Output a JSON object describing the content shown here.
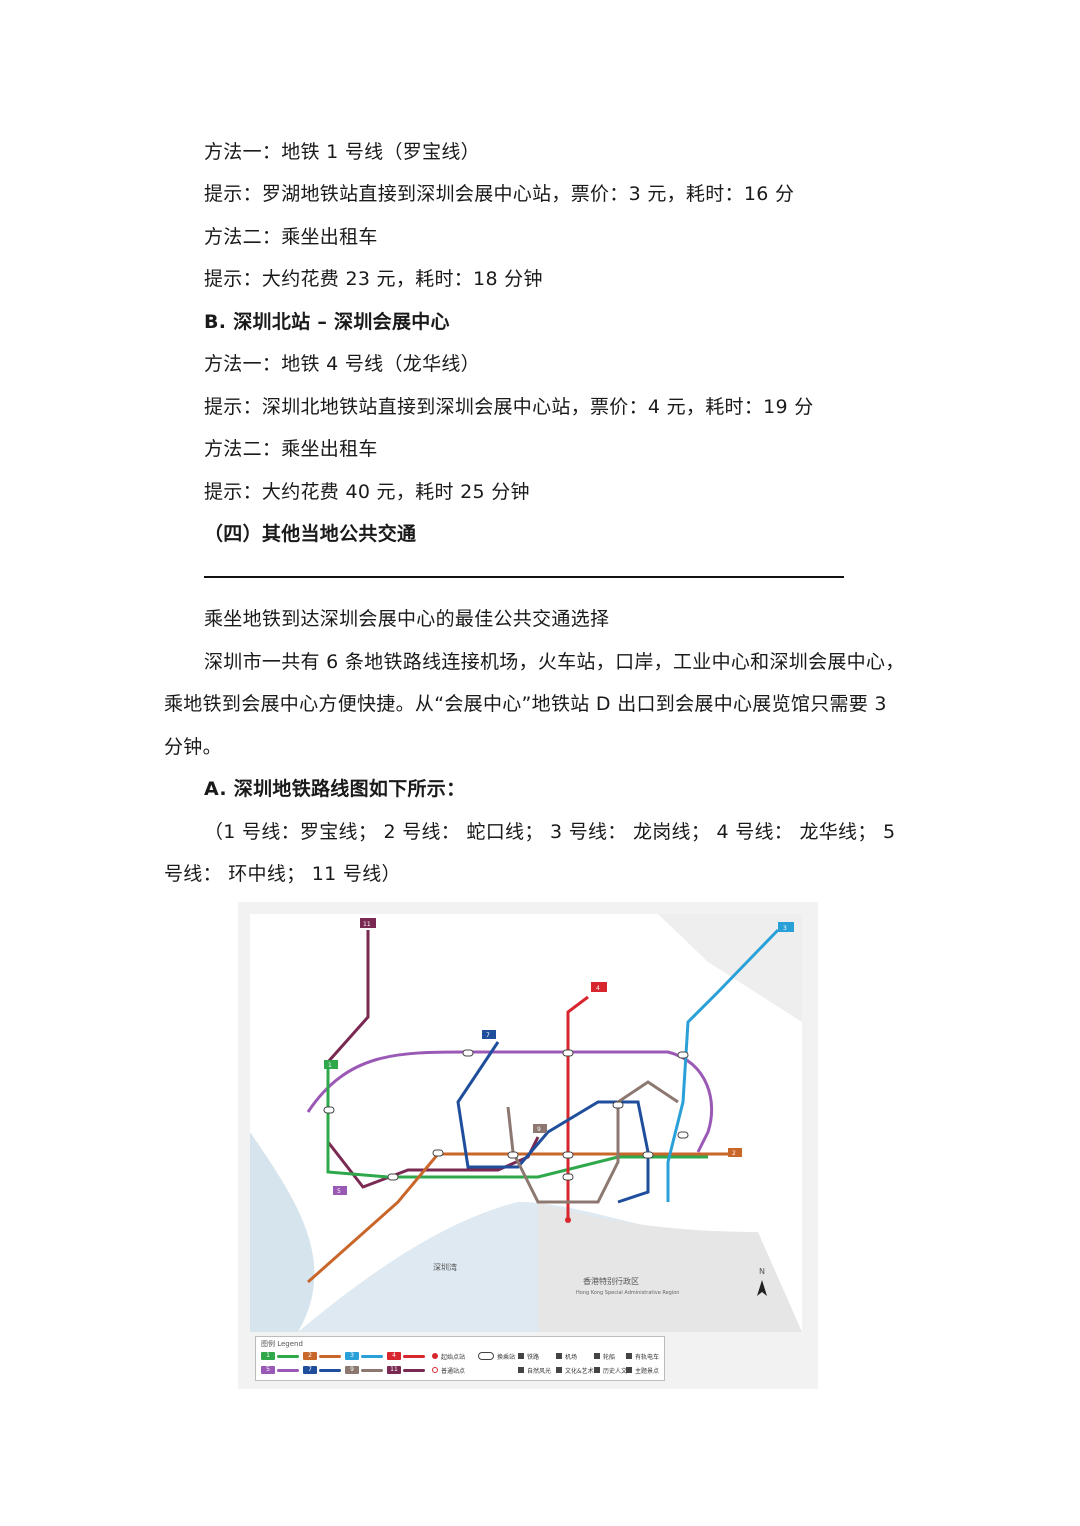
{
  "doc": {
    "lines": [
      {
        "text": "方法一：地铁 1 号线（罗宝线）",
        "bold": false
      },
      {
        "text": "提示：罗湖地铁站直接到深圳会展中心站，票价：3 元，耗时：16 分",
        "bold": false
      },
      {
        "text": "方法二：乘坐出租车",
        "bold": false
      },
      {
        "text": "提示：大约花费 23 元，耗时：18 分钟",
        "bold": false
      },
      {
        "text": "B. 深圳北站 – 深圳会展中心",
        "bold": true
      },
      {
        "text": "方法一：地铁 4 号线（龙华线）",
        "bold": false
      },
      {
        "text": "提示：深圳北地铁站直接到深圳会展中心站，票价：4 元，耗时：19 分",
        "bold": false
      },
      {
        "text": "方法二：乘坐出租车",
        "bold": false
      },
      {
        "text": "提示：大约花费 40 元，耗时 25 分钟",
        "bold": false
      },
      {
        "text": "（四）其他当地公共交通",
        "bold": true
      },
      {
        "text": "乘坐地铁到达深圳会展中心的最佳公共交通选择",
        "bold": false
      },
      {
        "text": "深圳市一共有 6 条地铁路线连接机场，火车站，口岸，工业中心和深圳会展中心，",
        "bold": false
      },
      {
        "text": "乘地铁到会展中心方便快捷。从“会展中心”地铁站 D 出口到会展中心展览馆只需要 3",
        "bold": false
      },
      {
        "text": "分钟。",
        "bold": false
      },
      {
        "text": "A. 深圳地铁路线图如下所示：",
        "bold": true
      },
      {
        "text": "（1 号线：罗宝线； 2 号线： 蛇口线； 3 号线： 龙岗线； 4 号线： 龙华线； 5",
        "bold": false
      },
      {
        "text": "号线： 环中线； 11 号线）",
        "bold": false
      }
    ]
  },
  "map": {
    "bay_label": "深圳湾",
    "hk_label": "香港特别行政区",
    "hk_label_en": "Hong Kong Special Administrative Region",
    "compass": "N",
    "colors": {
      "line1": "#2ea84a",
      "line2": "#c9662a",
      "line3": "#2aa0d8",
      "line4": "#d8262e",
      "line5": "#9b59b6",
      "line7": "#1f4e9c",
      "line9": "#8c7870",
      "line11": "#7a2a52"
    },
    "legend": {
      "title": "图例 Legend",
      "lines": [
        {
          "label": "1",
          "color": "#2ea84a"
        },
        {
          "label": "2",
          "color": "#c9662a"
        },
        {
          "label": "3",
          "color": "#2aa0d8"
        },
        {
          "label": "4",
          "color": "#d8262e"
        },
        {
          "label": "5",
          "color": "#9b59b6"
        },
        {
          "label": "7",
          "color": "#1f4e9c"
        },
        {
          "label": "9",
          "color": "#8c7870"
        },
        {
          "label": "11",
          "color": "#7a2a52"
        }
      ],
      "symbols": [
        {
          "label": "起始点站",
          "icon": "terminal-dot"
        },
        {
          "label": "换乘站",
          "icon": "transfer-pill"
        },
        {
          "label": "普通站点",
          "icon": "station-circle"
        },
        {
          "label": "铁路",
          "icon": "railway-icon"
        },
        {
          "label": "机场",
          "icon": "airport-icon"
        },
        {
          "label": "轮船",
          "icon": "ship-icon"
        },
        {
          "label": "有轨电车",
          "icon": "tram-icon"
        },
        {
          "label": "自然风光",
          "icon": "nature-icon"
        },
        {
          "label": "文化&艺术",
          "icon": "culture-icon"
        },
        {
          "label": "历史人文",
          "icon": "history-icon"
        },
        {
          "label": "主题景点",
          "icon": "theme-icon"
        }
      ]
    }
  }
}
